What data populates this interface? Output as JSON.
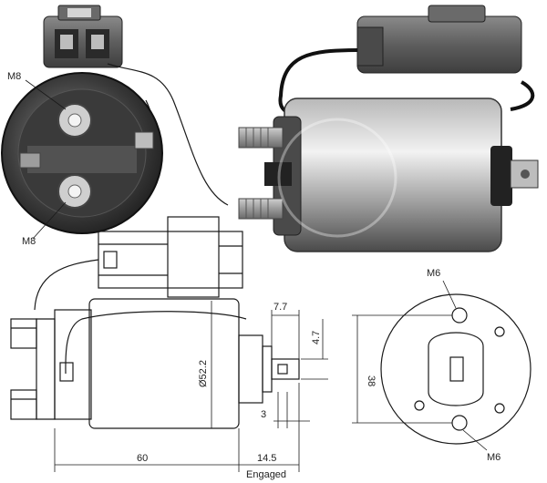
{
  "labels": {
    "m8_top": "M8",
    "m8_bottom": "M8",
    "m6_top": "M6",
    "m6_bottom": "M6",
    "dim_60": "60",
    "dim_14_5": "14.5",
    "dim_engaged": "Engaged",
    "dim_7_7": "7.7",
    "dim_4_7": "4.7",
    "dim_3": "3",
    "dim_52_2": "Ø52.2",
    "dim_38": "38"
  },
  "colors": {
    "metal_light": "#dcdcdc",
    "metal_dark": "#5a5a5a",
    "connector": "#6b6b6b",
    "line": "#1a1a1a"
  }
}
